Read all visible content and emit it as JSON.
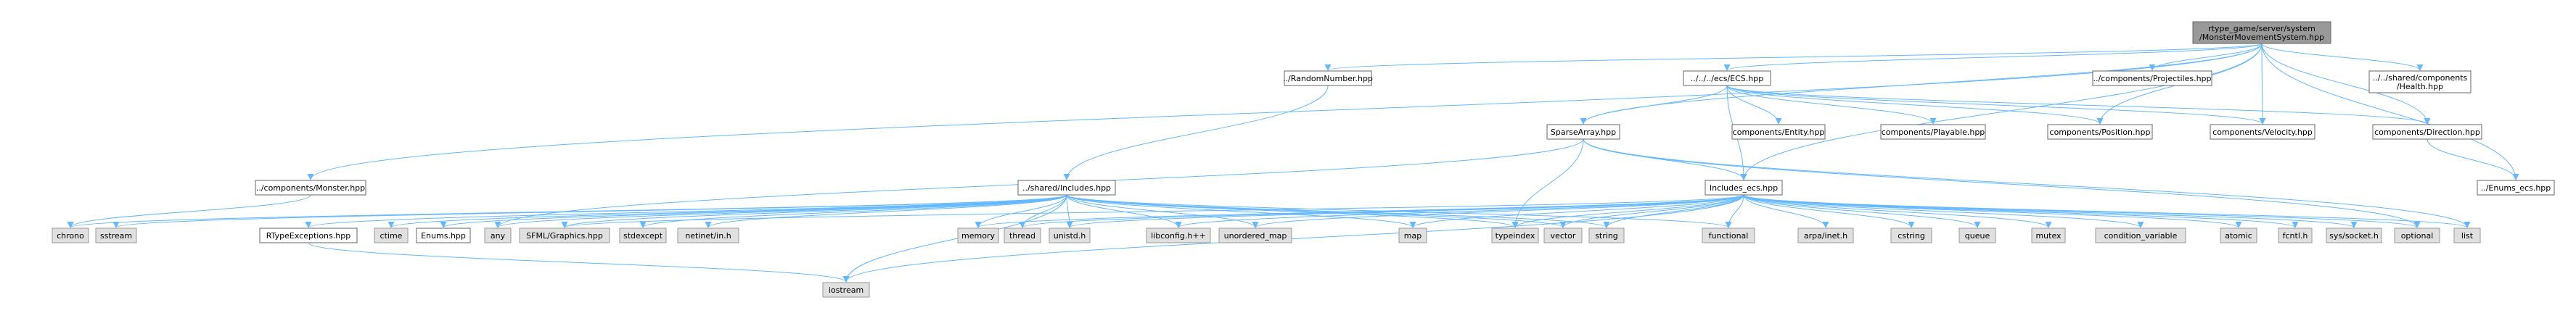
{
  "colors": {
    "edge": "#63b8ff",
    "root_fill": "#999999",
    "node_fill": "#ffffff",
    "ext_fill": "#e0e0e0",
    "ext_stroke": "#999999",
    "node_stroke": "#666666"
  },
  "nodes": [
    {
      "id": "root",
      "kind": "root",
      "lines": [
        "rtype_game/server/system",
        "/MonsterMovementSystem.hpp"
      ]
    },
    {
      "id": "random",
      "kind": "local",
      "lines": [
        "../RandomNumber.hpp"
      ]
    },
    {
      "id": "ecs",
      "kind": "local",
      "lines": [
        "../../../ecs/ECS.hpp"
      ]
    },
    {
      "id": "projectiles",
      "kind": "local",
      "lines": [
        "../components/Projectiles.hpp"
      ]
    },
    {
      "id": "health",
      "kind": "local",
      "lines": [
        "../../shared/components",
        "/Health.hpp"
      ]
    },
    {
      "id": "sparse",
      "kind": "local",
      "lines": [
        "SparseArray.hpp"
      ]
    },
    {
      "id": "entity",
      "kind": "local",
      "lines": [
        "components/Entity.hpp"
      ]
    },
    {
      "id": "playable",
      "kind": "local",
      "lines": [
        "components/Playable.hpp"
      ]
    },
    {
      "id": "position",
      "kind": "local",
      "lines": [
        "components/Position.hpp"
      ]
    },
    {
      "id": "velocity",
      "kind": "local",
      "lines": [
        "components/Velocity.hpp"
      ]
    },
    {
      "id": "direction",
      "kind": "local",
      "lines": [
        "components/Direction.hpp"
      ]
    },
    {
      "id": "monster",
      "kind": "local",
      "lines": [
        "../components/Monster.hpp"
      ]
    },
    {
      "id": "sharedinc",
      "kind": "local",
      "lines": [
        "../shared/Includes.hpp"
      ]
    },
    {
      "id": "incecs",
      "kind": "local",
      "lines": [
        "Includes_ecs.hpp"
      ]
    },
    {
      "id": "enumsecs",
      "kind": "local",
      "lines": [
        "../Enums_ecs.hpp"
      ]
    },
    {
      "id": "chrono",
      "kind": "ext",
      "lines": [
        "chrono"
      ]
    },
    {
      "id": "sstream",
      "kind": "ext",
      "lines": [
        "sstream"
      ]
    },
    {
      "id": "rtypeexc",
      "kind": "local",
      "lines": [
        "RTypeExceptions.hpp"
      ]
    },
    {
      "id": "ctime",
      "kind": "ext",
      "lines": [
        "ctime"
      ]
    },
    {
      "id": "enumshpp",
      "kind": "local",
      "lines": [
        "Enums.hpp"
      ]
    },
    {
      "id": "any",
      "kind": "ext",
      "lines": [
        "any"
      ]
    },
    {
      "id": "sfml",
      "kind": "ext",
      "lines": [
        "SFML/Graphics.hpp"
      ]
    },
    {
      "id": "stdexcept",
      "kind": "ext",
      "lines": [
        "stdexcept"
      ]
    },
    {
      "id": "netinet",
      "kind": "ext",
      "lines": [
        "netinet/in.h"
      ]
    },
    {
      "id": "memory",
      "kind": "ext",
      "lines": [
        "memory"
      ]
    },
    {
      "id": "thread",
      "kind": "ext",
      "lines": [
        "thread"
      ]
    },
    {
      "id": "unistd",
      "kind": "ext",
      "lines": [
        "unistd.h"
      ]
    },
    {
      "id": "libconfig",
      "kind": "ext",
      "lines": [
        "libconfig.h++"
      ]
    },
    {
      "id": "unordered",
      "kind": "ext",
      "lines": [
        "unordered_map"
      ]
    },
    {
      "id": "map",
      "kind": "ext",
      "lines": [
        "map"
      ]
    },
    {
      "id": "typeindex",
      "kind": "ext",
      "lines": [
        "typeindex"
      ]
    },
    {
      "id": "vector",
      "kind": "ext",
      "lines": [
        "vector"
      ]
    },
    {
      "id": "string",
      "kind": "ext",
      "lines": [
        "string"
      ]
    },
    {
      "id": "functional",
      "kind": "ext",
      "lines": [
        "functional"
      ]
    },
    {
      "id": "arpainet",
      "kind": "ext",
      "lines": [
        "arpa/inet.h"
      ]
    },
    {
      "id": "cstring",
      "kind": "ext",
      "lines": [
        "cstring"
      ]
    },
    {
      "id": "queue",
      "kind": "ext",
      "lines": [
        "queue"
      ]
    },
    {
      "id": "mutex",
      "kind": "ext",
      "lines": [
        "mutex"
      ]
    },
    {
      "id": "condvar",
      "kind": "ext",
      "lines": [
        "condition_variable"
      ]
    },
    {
      "id": "atomic",
      "kind": "ext",
      "lines": [
        "atomic"
      ]
    },
    {
      "id": "fcntl",
      "kind": "ext",
      "lines": [
        "fcntl.h"
      ]
    },
    {
      "id": "socket",
      "kind": "ext",
      "lines": [
        "sys/socket.h"
      ]
    },
    {
      "id": "optional",
      "kind": "ext",
      "lines": [
        "optional"
      ]
    },
    {
      "id": "list",
      "kind": "ext",
      "lines": [
        "list"
      ]
    },
    {
      "id": "iostream",
      "kind": "ext",
      "lines": [
        "iostream"
      ]
    }
  ],
  "edges": [
    [
      "root",
      "random"
    ],
    [
      "root",
      "ecs"
    ],
    [
      "root",
      "projectiles"
    ],
    [
      "root",
      "health"
    ],
    [
      "root",
      "monster"
    ],
    [
      "root",
      "sparse"
    ],
    [
      "root",
      "position"
    ],
    [
      "root",
      "velocity"
    ],
    [
      "root",
      "direction"
    ],
    [
      "root",
      "enumsecs"
    ],
    [
      "root",
      "incecs"
    ],
    [
      "random",
      "sharedinc"
    ],
    [
      "ecs",
      "sparse"
    ],
    [
      "ecs",
      "entity"
    ],
    [
      "ecs",
      "playable"
    ],
    [
      "ecs",
      "position"
    ],
    [
      "ecs",
      "velocity"
    ],
    [
      "ecs",
      "direction"
    ],
    [
      "ecs",
      "incecs"
    ],
    [
      "direction",
      "enumsecs"
    ],
    [
      "sparse",
      "incecs"
    ],
    [
      "sparse",
      "typeindex"
    ],
    [
      "sparse",
      "optional"
    ],
    [
      "sparse",
      "list"
    ],
    [
      "sparse",
      "any"
    ],
    [
      "monster",
      "chrono"
    ],
    [
      "sharedinc",
      "chrono"
    ],
    [
      "sharedinc",
      "sstream"
    ],
    [
      "sharedinc",
      "rtypeexc"
    ],
    [
      "sharedinc",
      "ctime"
    ],
    [
      "sharedinc",
      "enumshpp"
    ],
    [
      "sharedinc",
      "any"
    ],
    [
      "sharedinc",
      "sfml"
    ],
    [
      "sharedinc",
      "stdexcept"
    ],
    [
      "sharedinc",
      "netinet"
    ],
    [
      "sharedinc",
      "memory"
    ],
    [
      "sharedinc",
      "thread"
    ],
    [
      "sharedinc",
      "unistd"
    ],
    [
      "sharedinc",
      "libconfig"
    ],
    [
      "sharedinc",
      "unordered"
    ],
    [
      "sharedinc",
      "map"
    ],
    [
      "sharedinc",
      "typeindex"
    ],
    [
      "sharedinc",
      "vector"
    ],
    [
      "sharedinc",
      "string"
    ],
    [
      "sharedinc",
      "functional"
    ],
    [
      "sharedinc",
      "iostream"
    ],
    [
      "rtypeexc",
      "iostream"
    ],
    [
      "incecs",
      "sfml"
    ],
    [
      "incecs",
      "memory"
    ],
    [
      "incecs",
      "thread"
    ],
    [
      "incecs",
      "unistd"
    ],
    [
      "incecs",
      "libconfig"
    ],
    [
      "incecs",
      "unordered"
    ],
    [
      "incecs",
      "map"
    ],
    [
      "incecs",
      "typeindex"
    ],
    [
      "incecs",
      "vector"
    ],
    [
      "incecs",
      "string"
    ],
    [
      "incecs",
      "functional"
    ],
    [
      "incecs",
      "arpainet"
    ],
    [
      "incecs",
      "cstring"
    ],
    [
      "incecs",
      "queue"
    ],
    [
      "incecs",
      "mutex"
    ],
    [
      "incecs",
      "condvar"
    ],
    [
      "incecs",
      "atomic"
    ],
    [
      "incecs",
      "fcntl"
    ],
    [
      "incecs",
      "socket"
    ],
    [
      "incecs",
      "optional"
    ],
    [
      "incecs",
      "list"
    ],
    [
      "incecs",
      "iostream"
    ]
  ]
}
